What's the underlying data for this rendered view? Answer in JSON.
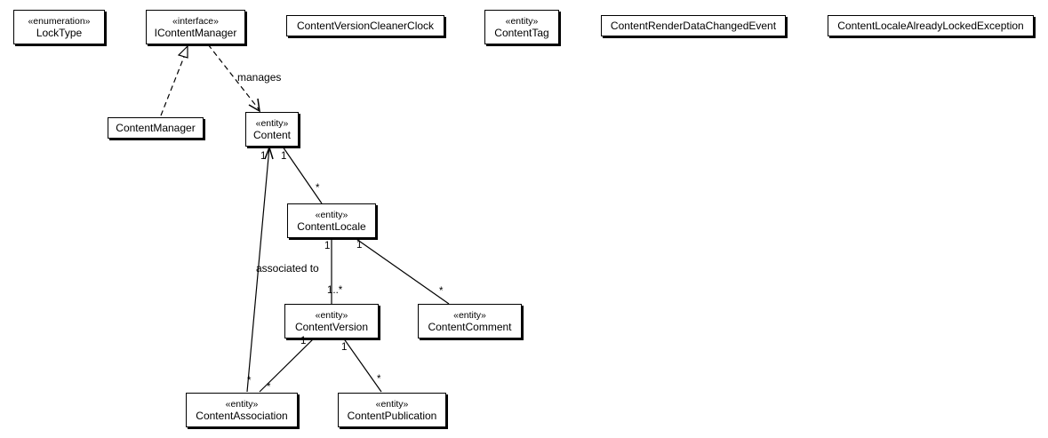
{
  "classes": [
    {
      "key": "locktype",
      "stereotype": "«enumeration»",
      "name": "LockType"
    },
    {
      "key": "icontentmanager",
      "stereotype": "«interface»",
      "name": "IContentManager"
    },
    {
      "key": "contentversioncleanerclock",
      "stereotype": "",
      "name": "ContentVersionCleanerClock"
    },
    {
      "key": "contenttag",
      "stereotype": "«entity»",
      "name": "ContentTag"
    },
    {
      "key": "contentrenderdatachangedevent",
      "stereotype": "",
      "name": "ContentRenderDataChangedEvent"
    },
    {
      "key": "contentlocalealreadylockedexception",
      "stereotype": "",
      "name": "ContentLocaleAlreadyLockedException"
    },
    {
      "key": "contentmanager",
      "stereotype": "",
      "name": "ContentManager"
    },
    {
      "key": "content",
      "stereotype": "«entity»",
      "name": "Content"
    },
    {
      "key": "contentlocale",
      "stereotype": "«entity»",
      "name": "ContentLocale"
    },
    {
      "key": "contentversion",
      "stereotype": "«entity»",
      "name": "ContentVersion"
    },
    {
      "key": "contentcomment",
      "stereotype": "«entity»",
      "name": "ContentComment"
    },
    {
      "key": "contentassociation",
      "stereotype": "«entity»",
      "name": "ContentAssociation"
    },
    {
      "key": "contentpublication",
      "stereotype": "«entity»",
      "name": "ContentPublication"
    }
  ],
  "relations": {
    "realization": {
      "from": "ContentManager",
      "to": "IContentManager"
    },
    "manages": {
      "label": "manages",
      "from": "IContentManager",
      "to": "Content"
    },
    "content_locale": {
      "source_mult": "1",
      "target_mult": "*"
    },
    "associated_to": {
      "label": "associated to",
      "source_mult": "*",
      "target_mult": "1"
    },
    "locale_version": {
      "source_mult": "1",
      "target_mult": "1..*"
    },
    "locale_comment": {
      "source_mult": "1",
      "target_mult": "*"
    },
    "version_association": {
      "source_mult": "1",
      "target_mult": "*"
    },
    "version_publication": {
      "source_mult": "1",
      "target_mult": "*"
    }
  }
}
